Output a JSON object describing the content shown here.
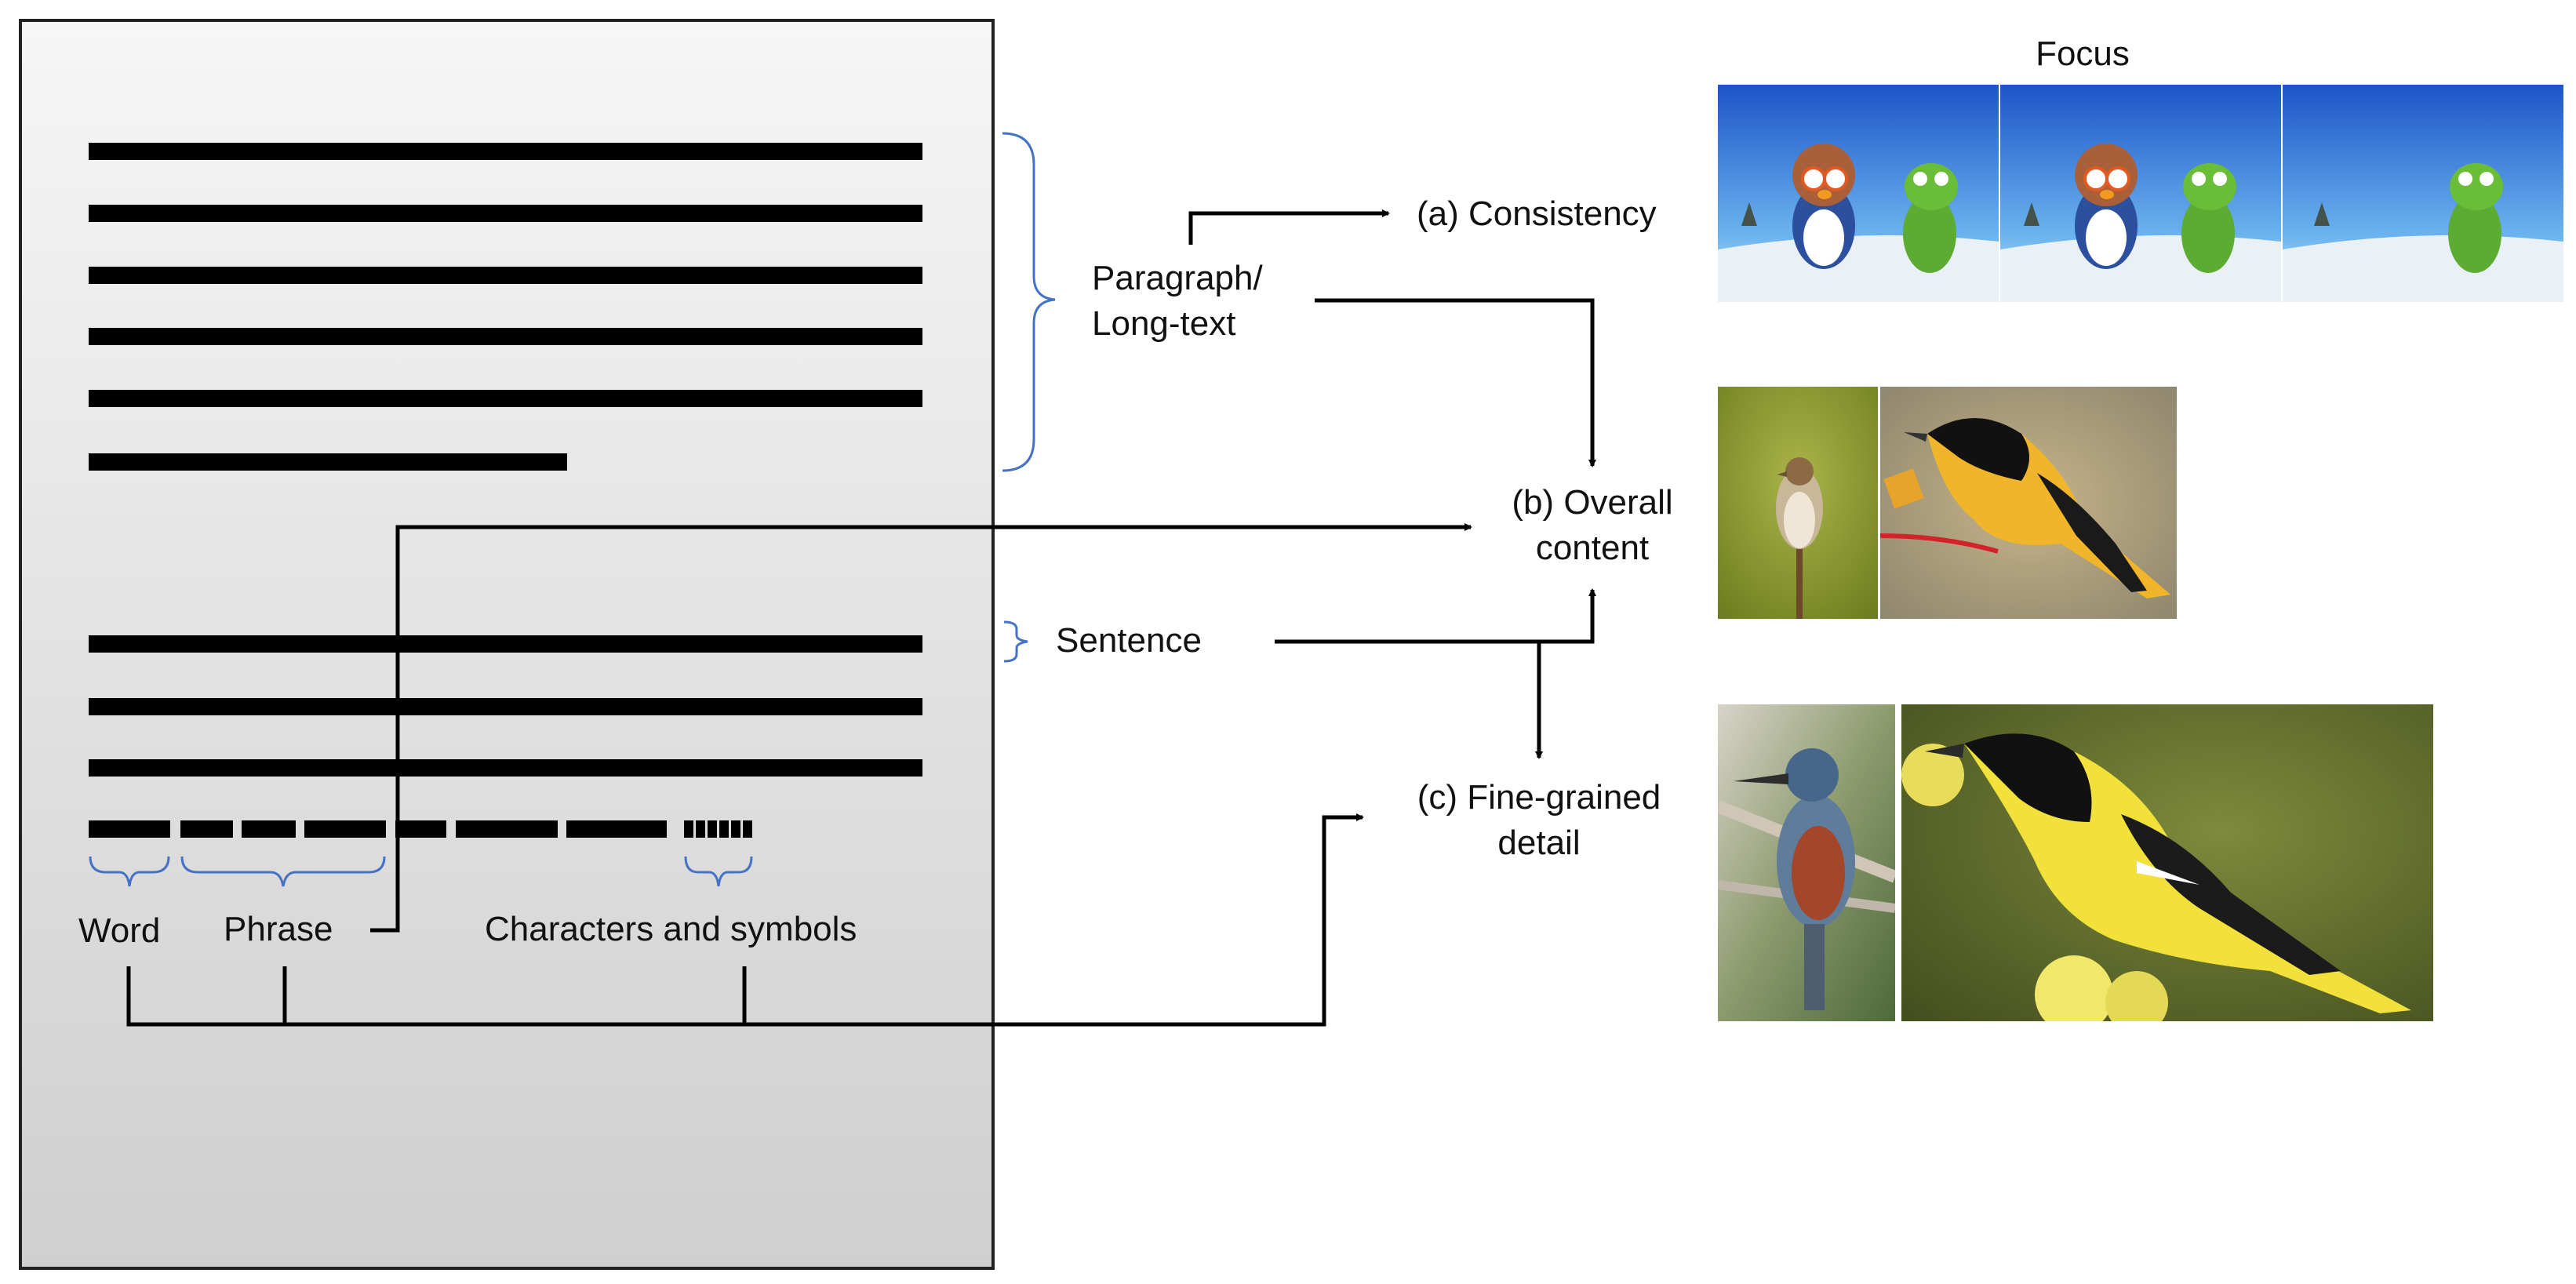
{
  "focus_title": "Focus",
  "text_levels": {
    "paragraph": "Paragraph/\nLong-text",
    "sentence": "Sentence",
    "word": "Word",
    "phrase": "Phrase",
    "characters": "Characters and symbols"
  },
  "focus_aspects": {
    "consistency": "(a) Consistency",
    "overall": "(b) Overall\ncontent",
    "fine_grained": "(c) Fine-grained\ndetail"
  },
  "colors": {
    "bar": "#000000",
    "brace": "#4472c4",
    "arrow": "#000000",
    "page_top": "#f6f6f6",
    "page_bottom": "#cfcfcf"
  },
  "images": {
    "consistency_frames": [
      "cartoon-penguin-and-dinosaur-frame-1",
      "cartoon-penguin-and-dinosaur-frame-2",
      "cartoon-dinosaur-frame-3"
    ],
    "overall_pair": [
      "sparrow-photo",
      "oriole-photo"
    ],
    "detail_pair": [
      "kingfisher-photo",
      "oriole-closeup-photo"
    ]
  }
}
